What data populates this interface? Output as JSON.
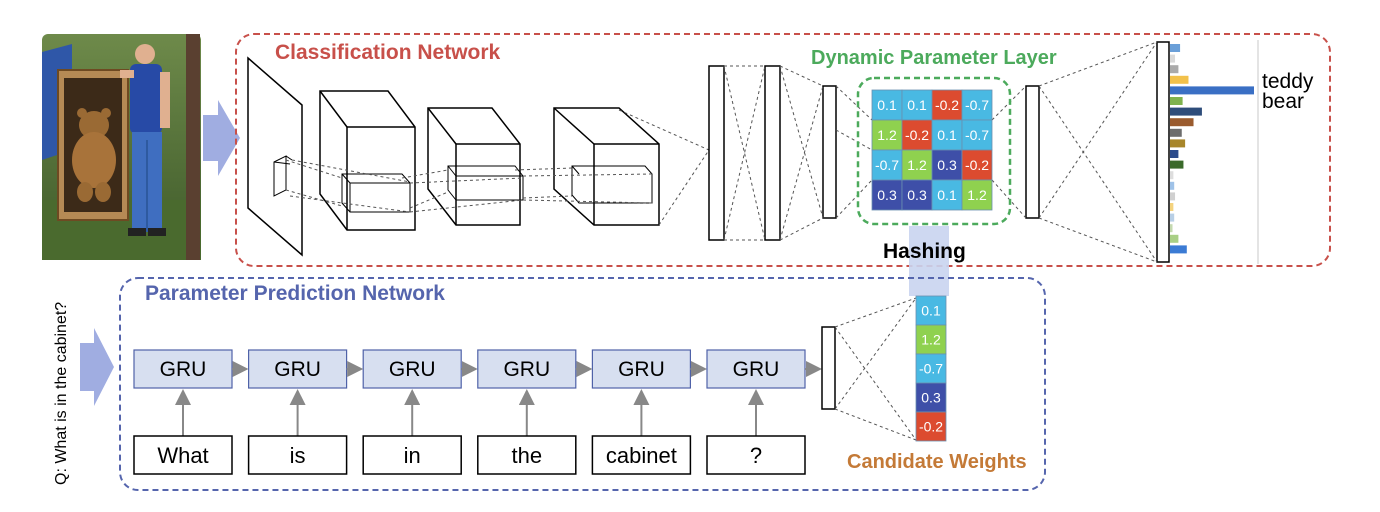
{
  "colors": {
    "classification": "#c8504a",
    "dynamic": "#4caa5c",
    "prediction": "#5565ad",
    "candidate": "#c47a37",
    "cell_cyan": "#49b9e3",
    "cell_green": "#8fd14f",
    "cell_red": "#dc4b2f",
    "cell_blue": "#3e4fa8",
    "gru_fill": "#d7dff0",
    "arrow_blue": "#8f9fdc"
  },
  "labels": {
    "classification_network": "Classification Network",
    "dynamic_parameter_layer": "Dynamic Parameter Layer",
    "parameter_prediction_network": "Parameter Prediction Network",
    "candidate_weights": "Candidate Weights",
    "hashing": "Hashing",
    "answer_line1": "teddy",
    "answer_line2": "bear",
    "question": "Q: What is in the cabinet?"
  },
  "gru_units": [
    "GRU",
    "GRU",
    "GRU",
    "GRU",
    "GRU",
    "GRU"
  ],
  "words": [
    "What",
    "is",
    "in",
    "the",
    "cabinet",
    "?"
  ],
  "dynamic_grid": [
    [
      {
        "v": "0.1",
        "c": "cell_cyan"
      },
      {
        "v": "0.1",
        "c": "cell_cyan"
      },
      {
        "v": "-0.2",
        "c": "cell_red"
      },
      {
        "v": "-0.7",
        "c": "cell_cyan"
      }
    ],
    [
      {
        "v": "1.2",
        "c": "cell_green"
      },
      {
        "v": "-0.2",
        "c": "cell_red"
      },
      {
        "v": "0.1",
        "c": "cell_cyan"
      },
      {
        "v": "-0.7",
        "c": "cell_cyan"
      }
    ],
    [
      {
        "v": "-0.7",
        "c": "cell_cyan"
      },
      {
        "v": "1.2",
        "c": "cell_green"
      },
      {
        "v": "0.3",
        "c": "cell_blue"
      },
      {
        "v": "-0.2",
        "c": "cell_red"
      }
    ],
    [
      {
        "v": "0.3",
        "c": "cell_blue"
      },
      {
        "v": "0.3",
        "c": "cell_blue"
      },
      {
        "v": "0.1",
        "c": "cell_cyan"
      },
      {
        "v": "1.2",
        "c": "cell_green"
      }
    ]
  ],
  "candidate_weights": [
    {
      "v": "0.1",
      "c": "cell_cyan"
    },
    {
      "v": "1.2",
      "c": "cell_green"
    },
    {
      "v": "-0.7",
      "c": "cell_cyan"
    },
    {
      "v": "0.3",
      "c": "cell_blue"
    },
    {
      "v": "-0.2",
      "c": "cell_red"
    }
  ],
  "output_histogram": [
    {
      "v": 0.12,
      "color": "#6a9fd8"
    },
    {
      "v": 0.06,
      "color": "#d9d9d9"
    },
    {
      "v": 0.1,
      "color": "#aaaaaa"
    },
    {
      "v": 0.22,
      "color": "#f2c14b"
    },
    {
      "v": 1.0,
      "color": "#3a6fc4"
    },
    {
      "v": 0.15,
      "color": "#7fb24e"
    },
    {
      "v": 0.38,
      "color": "#2e4d7a"
    },
    {
      "v": 0.28,
      "color": "#9a5b2e"
    },
    {
      "v": 0.14,
      "color": "#6d6d6d"
    },
    {
      "v": 0.18,
      "color": "#a8862a"
    },
    {
      "v": 0.1,
      "color": "#2c4c8c"
    },
    {
      "v": 0.16,
      "color": "#3a6a2a"
    },
    {
      "v": 0.04,
      "color": "#dddddd"
    },
    {
      "v": 0.05,
      "color": "#9fc2e8"
    },
    {
      "v": 0.06,
      "color": "#d0d0d0"
    },
    {
      "v": 0.04,
      "color": "#f4d37f"
    },
    {
      "v": 0.05,
      "color": "#b8cfe6"
    },
    {
      "v": 0.03,
      "color": "#c5d9b0"
    },
    {
      "v": 0.1,
      "color": "#a9cf85"
    },
    {
      "v": 0.2,
      "color": "#3b7bd4"
    }
  ]
}
